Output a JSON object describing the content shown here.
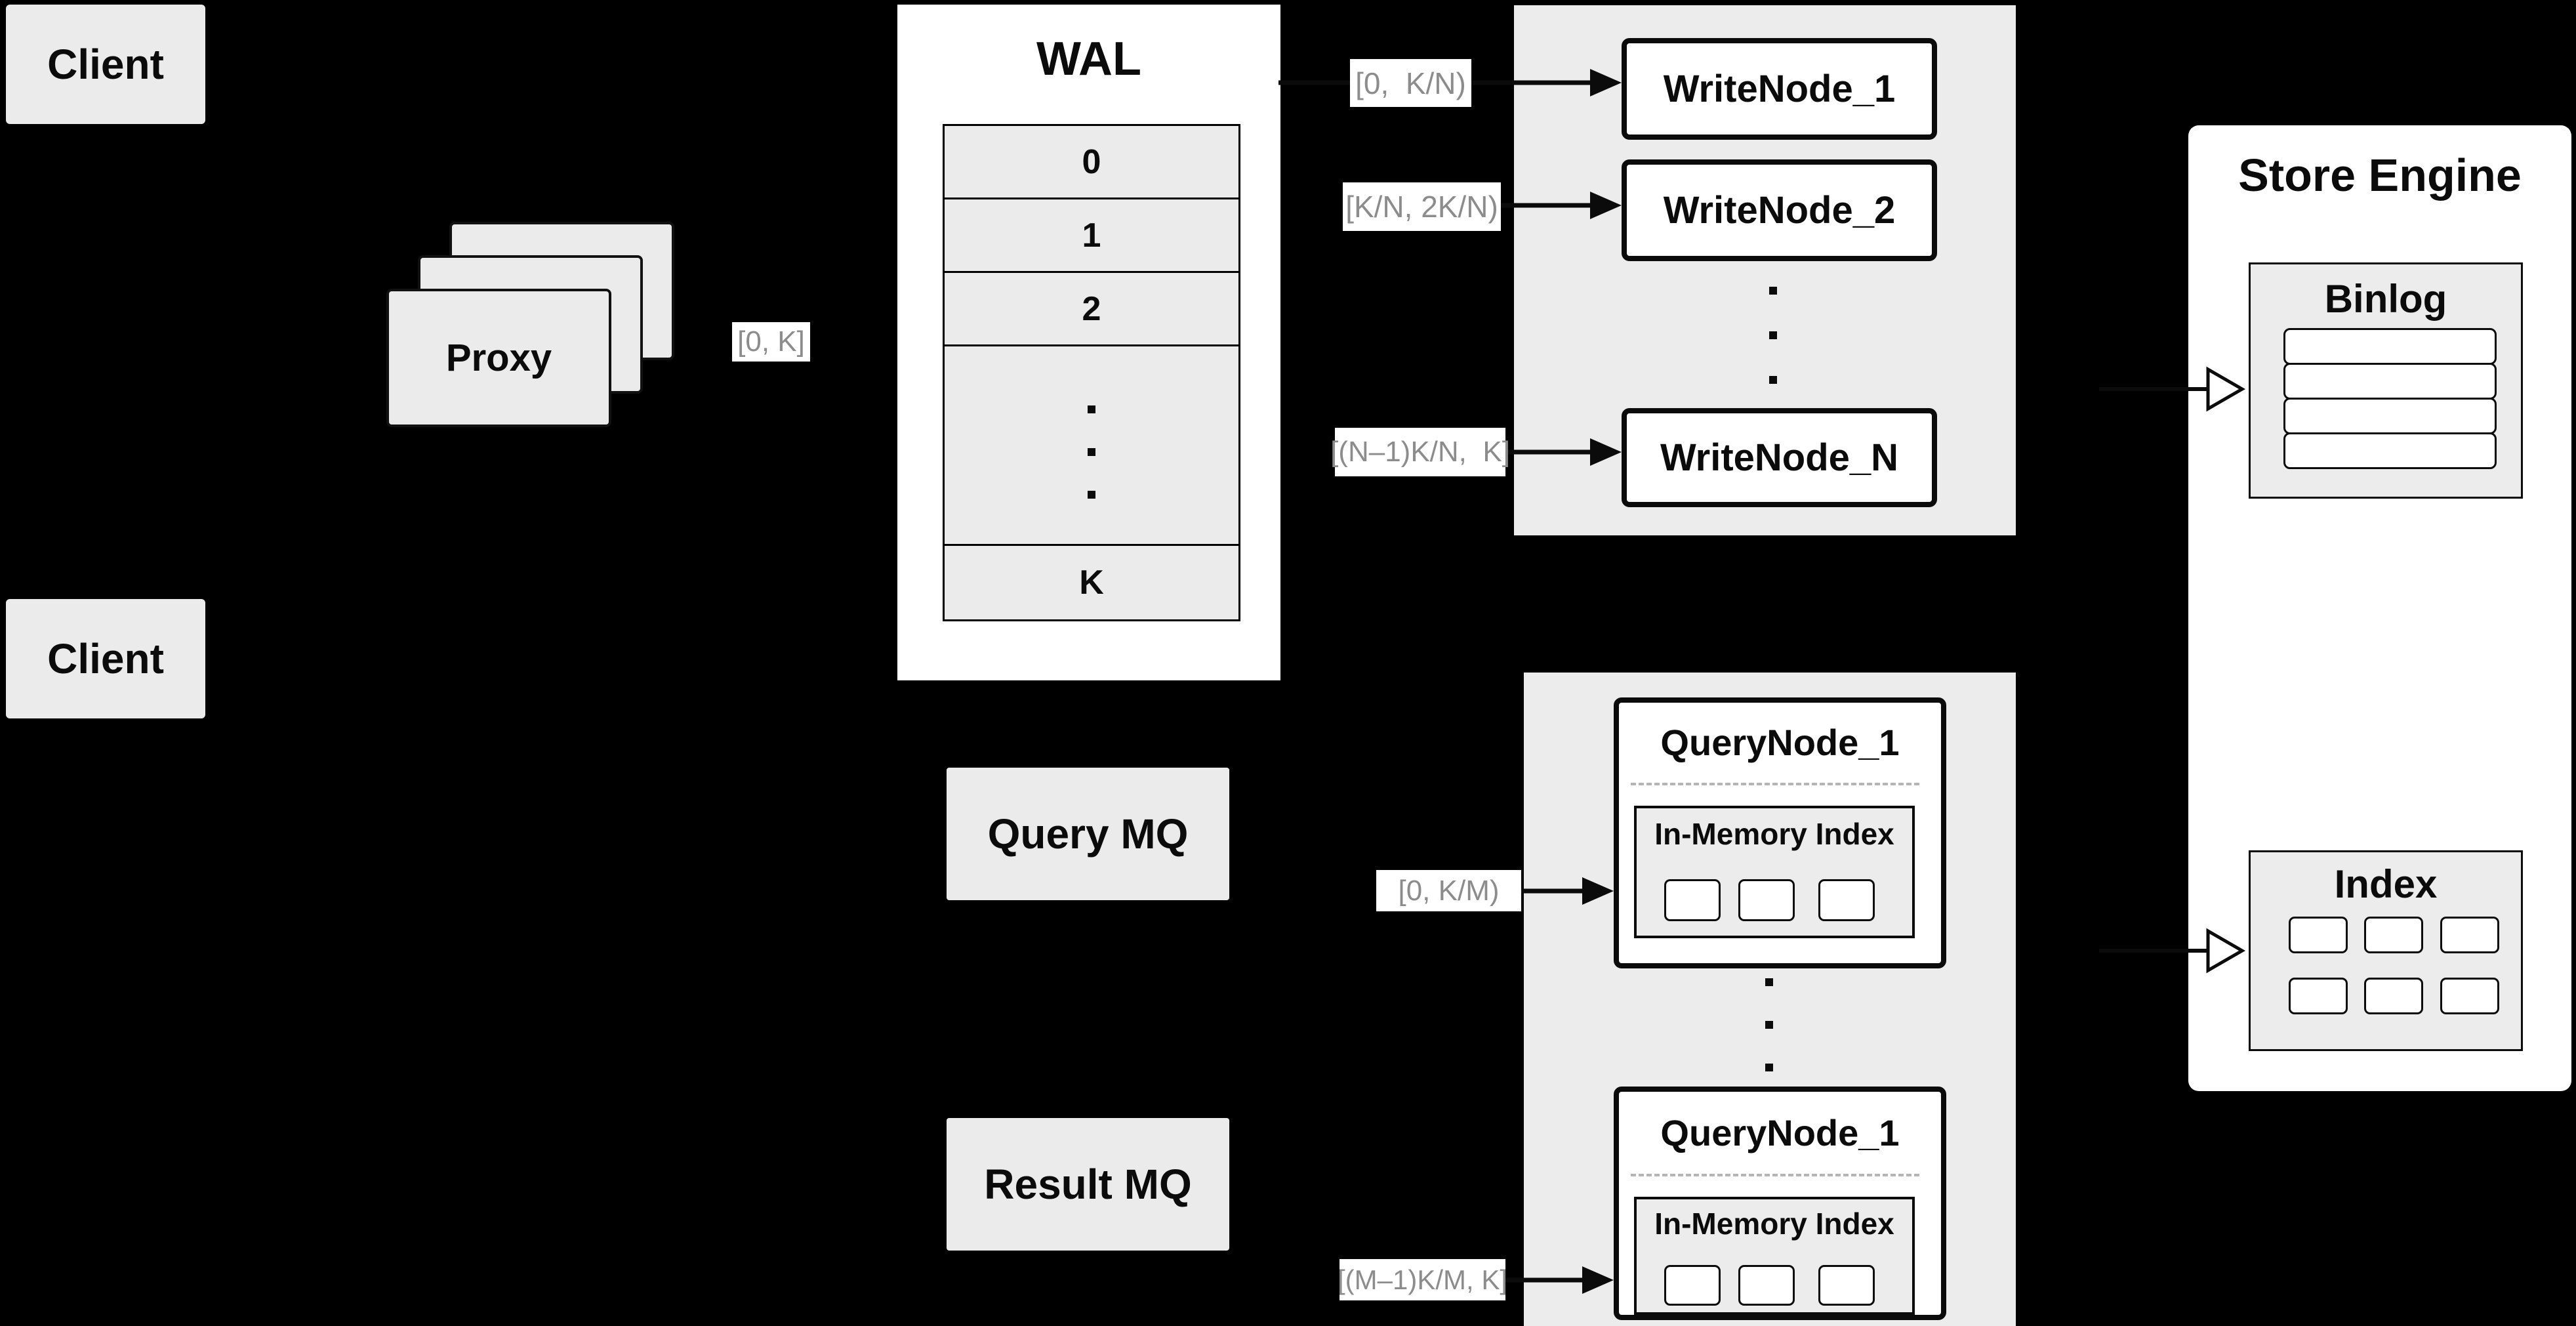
{
  "colors": {
    "background": "#000000",
    "box_fill": "#ebebeb",
    "node_fill": "#ffffff",
    "border": "#0b0b0b",
    "label_text": "#8c8c8c",
    "dashed_separator": "#b5b5b5"
  },
  "clients": {
    "top": "Client",
    "bottom": "Client"
  },
  "proxy": {
    "label": "Proxy"
  },
  "labels": {
    "proxy_to_wal": "[0, K]",
    "wn1": "[0,  K/N)",
    "wn2": "[K/N, 2K/N)",
    "wnN": "[(N–1)K/N,  K]",
    "qn1": "[0, K/M)",
    "qn2": "[(M–1)K/M, K]"
  },
  "wal": {
    "title": "WAL",
    "rows": [
      "0",
      "1",
      "2"
    ],
    "last_row": "K",
    "ellipsis": "..."
  },
  "write_nodes": {
    "items": [
      "WriteNode_1",
      "WriteNode_2",
      "WriteNode_N"
    ],
    "ellipsis": "..."
  },
  "query_mq": {
    "label": "Query MQ"
  },
  "result_mq": {
    "label": "Result MQ"
  },
  "query_nodes": {
    "title_top": "QueryNode_1",
    "title_bottom": "QueryNode_1",
    "in_memory_label": "In-Memory Index",
    "ellipsis": "..."
  },
  "store_engine": {
    "title": "Store Engine",
    "binlog_title": "Binlog",
    "index_title": "Index"
  }
}
